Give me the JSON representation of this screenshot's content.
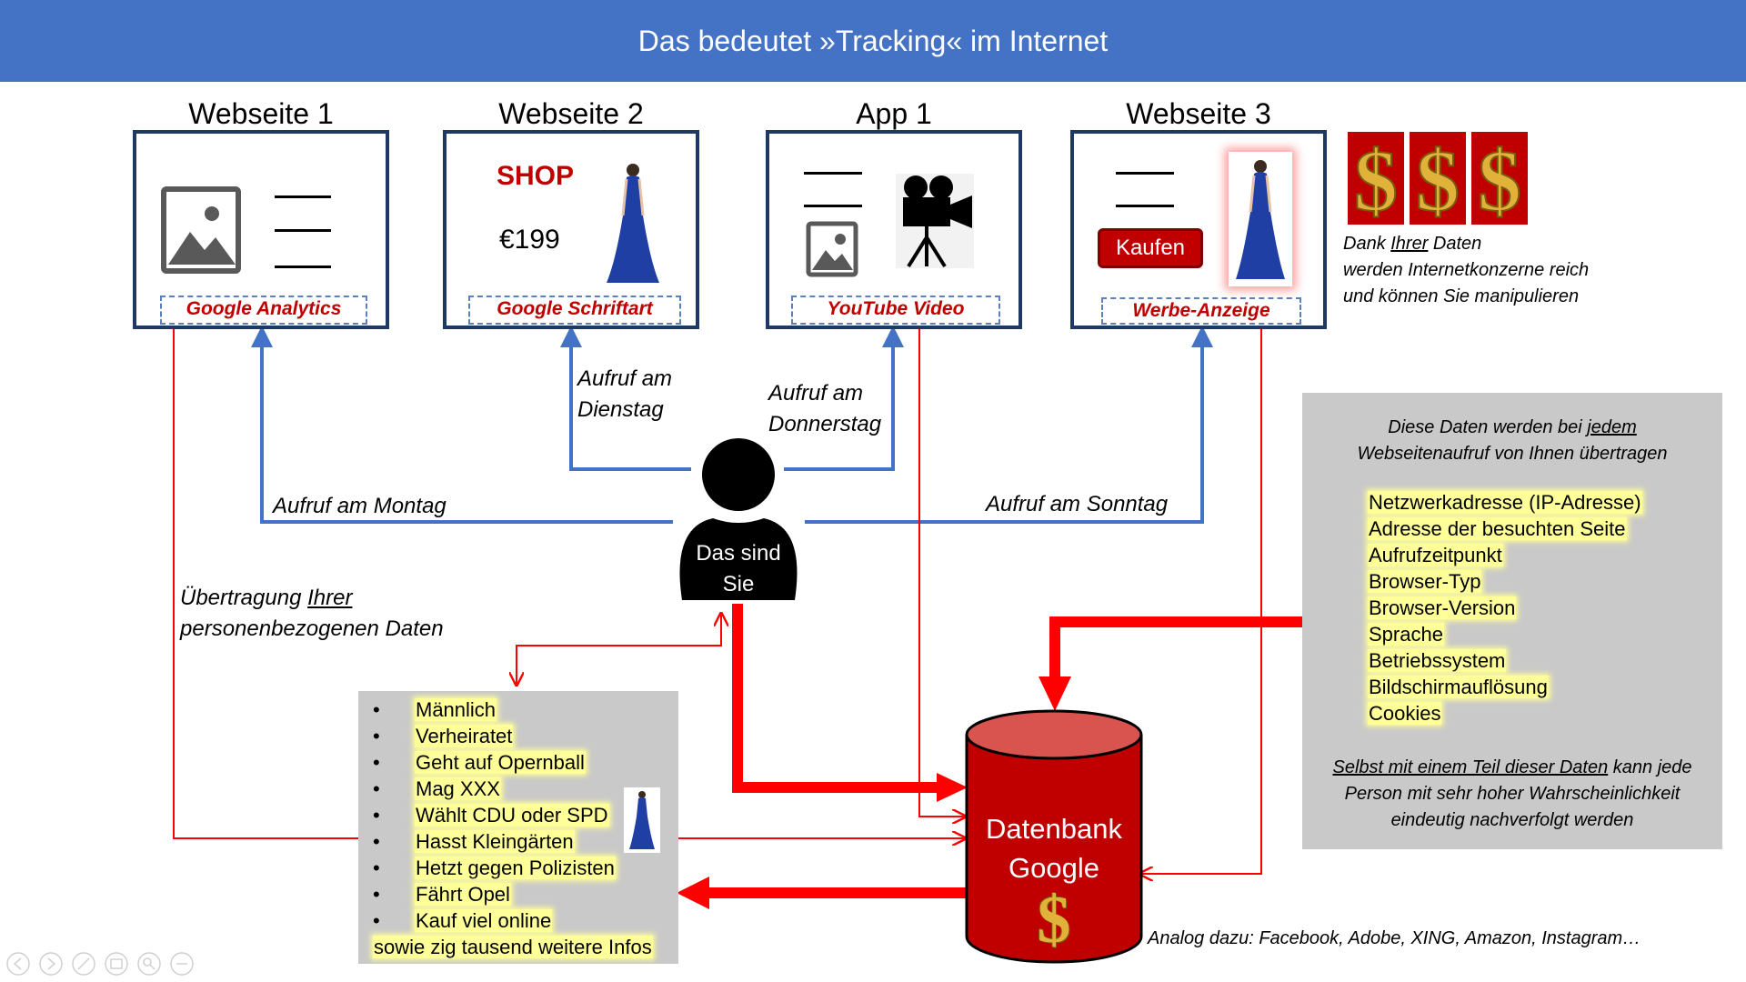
{
  "header": {
    "title": "Das bedeutet »Tracking« im Internet"
  },
  "sites": {
    "s1": {
      "title": "Webseite 1",
      "tag": "Google Analytics"
    },
    "s2": {
      "title": "Webseite 2",
      "tag": "Google Schriftart",
      "shop": "SHOP",
      "price": "€199"
    },
    "s3": {
      "title": "App 1",
      "tag": "YouTube Video"
    },
    "s4": {
      "title": "Webseite 3",
      "tag": "Werbe-Anzeige",
      "buy": "Kaufen"
    }
  },
  "dollar_note": {
    "before": "Dank ",
    "underlined": "Ihrer",
    "after": " Daten",
    "line2": "werden Internetkonzerne reich",
    "line3": "und können Sie manipulieren"
  },
  "calls": {
    "monday": "Aufruf am Montag",
    "tuesday_1": "Aufruf am",
    "tuesday_2": "Dienstag",
    "thursday_1": "Aufruf am",
    "thursday_2": "Donnerstag",
    "sunday": "Aufruf am Sonntag"
  },
  "person": {
    "line1": "Das sind",
    "line2": "Sie"
  },
  "transfer": {
    "before": "Übertragung ",
    "underlined": "Ihrer",
    "line2": "personenbezogenen Daten"
  },
  "profile": {
    "items": [
      "Männlich",
      "Verheiratet",
      "Geht auf Opernball",
      "Mag XXX",
      "Wählt CDU oder SPD",
      "Hasst Kleingärten",
      "Hetzt gegen Polizisten",
      "Fährt Opel",
      "Kauf viel online"
    ],
    "footer": "sowie zig tausend weitere Infos"
  },
  "database": {
    "line1": "Datenbank",
    "line2": "Google",
    "symbol": "$"
  },
  "info": {
    "intro_before": "Diese Daten werden bei ",
    "intro_underlined": "jedem",
    "intro_line2": "Webseitenaufruf von Ihnen übertragen",
    "items": [
      "Netzwerkadresse (IP-Adresse)",
      "Adresse der besuchten Seite",
      "Aufrufzeitpunkt",
      "Browser-Typ",
      "Browser-Version",
      "Sprache",
      "Betriebssystem",
      "Bildschirmauflösung",
      "Cookies"
    ],
    "outro_underlined": "Selbst mit einem Teil dieser Daten",
    "outro_after": " kann jede",
    "outro_line2": "Person mit sehr hoher Wahrscheinlichkeit",
    "outro_line3": "eindeutig nachverfolgt werden"
  },
  "analog": "Analog dazu: Facebook, Adobe, XING, Amazon, Instagram…",
  "colors": {
    "header": "#4472c4",
    "red": "#ff0000",
    "box_border": "#1f3864",
    "db_fill": "#c00000",
    "blue_line": "#4472c4"
  }
}
